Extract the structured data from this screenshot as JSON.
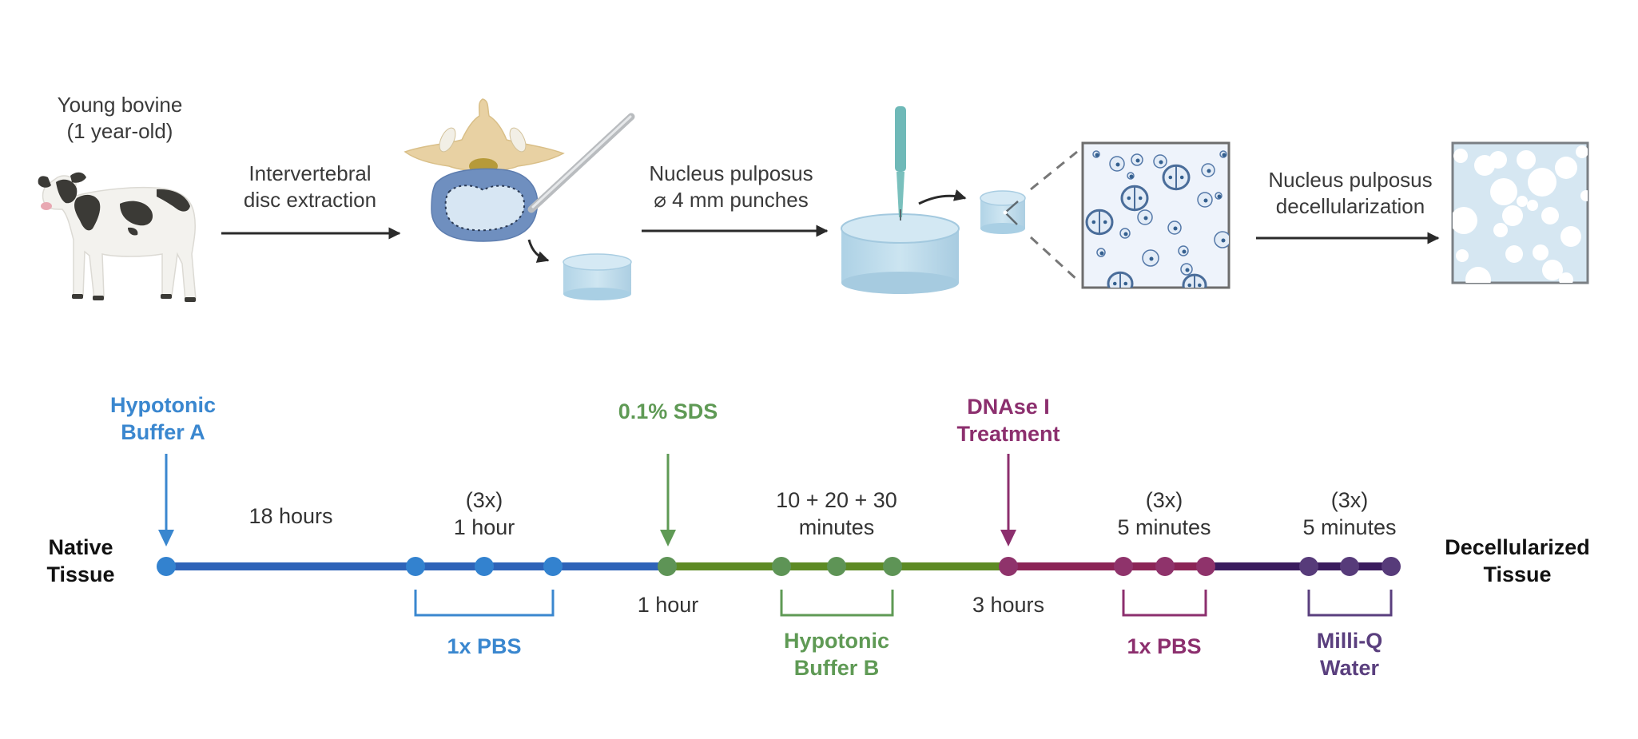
{
  "workflow": {
    "source_label_line1": "Young bovine",
    "source_label_line2": "(1 year-old)",
    "steps": [
      {
        "line1": "Intervertebral",
        "line2": "disc extraction"
      },
      {
        "line1": "Nucleus pulposus",
        "line2": "⌀ 4 mm punches"
      },
      {
        "line1": "Nucleus pulposus",
        "line2": "decellularization"
      }
    ],
    "icons": [
      "cow-icon",
      "vertebra-disc-icon",
      "scalpel-icon",
      "np-tissue-cylinder-icon",
      "biopsy-punch-icon",
      "np-punch-sample-icon",
      "cells-magnified-square-icon",
      "decellularized-matrix-square-icon"
    ]
  },
  "timeline": {
    "start_label_line1": "Native",
    "start_label_line2": "Tissue",
    "end_label_line1": "Decellularized",
    "end_label_line2": "Tissue",
    "colors": {
      "blue": "#2e63b8",
      "blue_dot": "#3382cf",
      "blue_text": "#3a87cf",
      "green": "#5d8a24",
      "green_dot": "#5e9456",
      "green_text": "#5f9a55",
      "magenta": "#8b2456",
      "magenta_dot": "#8f336b",
      "magenta_text": "#8c2f6e",
      "purple": "#3a1c5e",
      "purple_dot": "#573b7a",
      "purple_text": "#5a3f7e"
    },
    "treatments": [
      {
        "line1": "Hypotonic",
        "line2": "Buffer A",
        "color_key": "blue_text"
      },
      {
        "line1": "0.1% SDS",
        "line2": "",
        "color_key": "green_text"
      },
      {
        "line1": "DNAse I",
        "line2": "Treatment",
        "color_key": "magenta_text"
      }
    ],
    "durations_above": [
      {
        "line1": "18 hours",
        "line2": ""
      },
      {
        "line1": "(3x)",
        "line2": "1 hour"
      },
      {
        "line1": "10 + 20 + 30",
        "line2": "minutes"
      },
      {
        "line1": "(3x)",
        "line2": "5 minutes"
      },
      {
        "line1": "(3x)",
        "line2": "5 minutes"
      }
    ],
    "durations_below": [
      {
        "text": "1 hour"
      },
      {
        "text": "3 hours"
      }
    ],
    "washes": [
      {
        "line1": "1x PBS",
        "line2": "",
        "color_key": "blue_text"
      },
      {
        "line1": "Hypotonic",
        "line2": "Buffer B",
        "color_key": "green_text"
      },
      {
        "line1": "1x PBS",
        "line2": "",
        "color_key": "magenta_text"
      },
      {
        "line1": "Milli-Q",
        "line2": "Water",
        "color_key": "purple_text"
      }
    ]
  }
}
